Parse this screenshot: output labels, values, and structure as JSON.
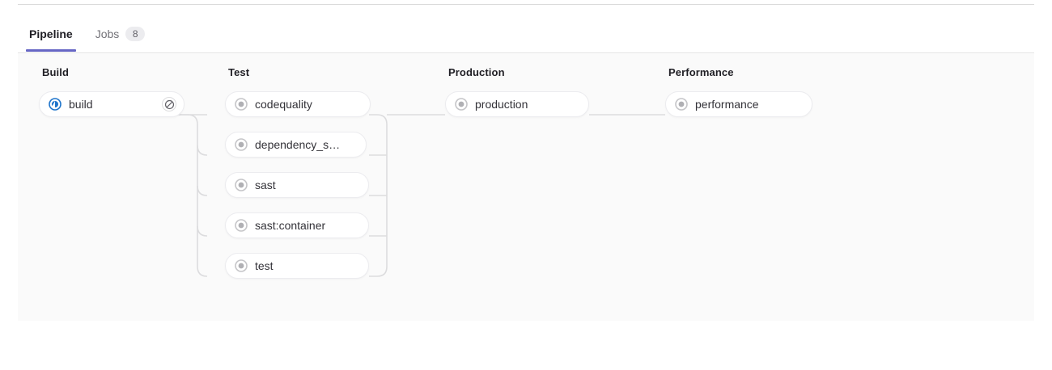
{
  "tabs": [
    {
      "label": "Pipeline",
      "name": "tab-pipeline",
      "active": true,
      "badge": null
    },
    {
      "label": "Jobs",
      "name": "tab-jobs",
      "active": false,
      "badge": "8"
    }
  ],
  "colors": {
    "tab_active_underline": "#6666c4",
    "panel_background": "#fafafa",
    "connector_line": "#dcdcde",
    "status_created": "#b0b0b4",
    "status_running": "#1f75cb",
    "pill_border": "#ececef"
  },
  "pipeline": {
    "stages": [
      {
        "title": "Build",
        "name": "stage-build",
        "jobs": [
          {
            "name": "build",
            "status": "running",
            "status_icon": "status-running-icon",
            "action": {
              "name": "cancel-job-button",
              "icon": "cancel-icon"
            }
          }
        ]
      },
      {
        "title": "Test",
        "name": "stage-test",
        "jobs": [
          {
            "name": "codequality",
            "status": "created",
            "status_icon": "status-created-icon",
            "action": null
          },
          {
            "name": "dependency_s…",
            "status": "created",
            "status_icon": "status-created-icon",
            "action": null
          },
          {
            "name": "sast",
            "status": "created",
            "status_icon": "status-created-icon",
            "action": null
          },
          {
            "name": "sast:container",
            "status": "created",
            "status_icon": "status-created-icon",
            "action": null
          },
          {
            "name": "test",
            "status": "created",
            "status_icon": "status-created-icon",
            "action": null
          }
        ]
      },
      {
        "title": "Production",
        "name": "stage-production",
        "jobs": [
          {
            "name": "production",
            "status": "created",
            "status_icon": "status-created-icon",
            "action": null
          }
        ]
      },
      {
        "title": "Performance",
        "name": "stage-performance",
        "jobs": [
          {
            "name": "performance",
            "status": "created",
            "status_icon": "status-created-icon",
            "action": null
          }
        ]
      }
    ]
  }
}
